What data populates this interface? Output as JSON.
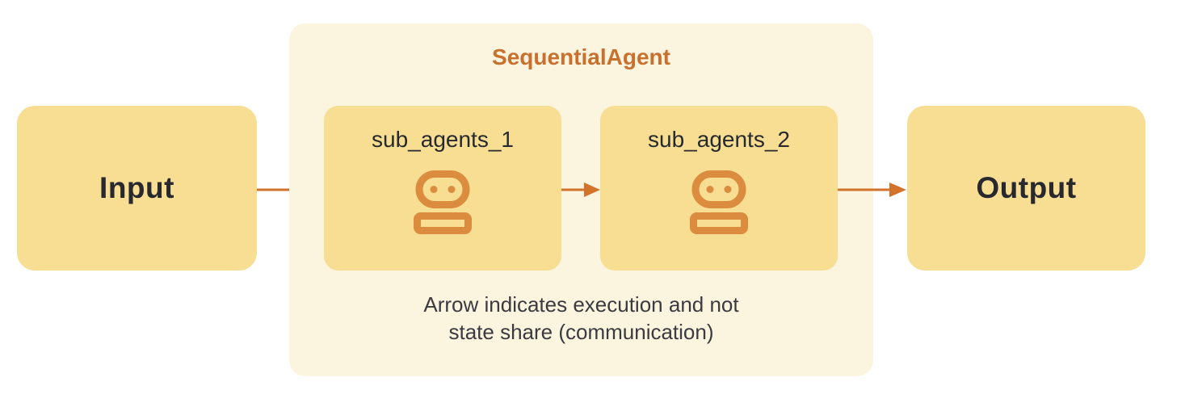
{
  "diagram": {
    "input_node": {
      "label": "Input"
    },
    "output_node": {
      "label": "Output"
    },
    "sequential_agent": {
      "title": "SequentialAgent",
      "sub_agents": [
        {
          "label": "sub_agents_1",
          "icon": "robot-icon"
        },
        {
          "label": "sub_agents_2",
          "icon": "robot-icon"
        }
      ],
      "caption_line1": "Arrow indicates execution and not",
      "caption_line2": "state share (communication)"
    },
    "arrow_icons": [
      "arrow-right-icon",
      "arrow-right-icon",
      "arrow-right-icon"
    ],
    "colors": {
      "node_fill": "#F7DE92",
      "container_fill": "#FBF4DE",
      "title_orange": "#C8702D",
      "arrow_orange": "#D3732B",
      "icon_orange": "#DB8C3E",
      "label_dark": "#28292F",
      "caption_dark": "#3A3A40"
    }
  }
}
